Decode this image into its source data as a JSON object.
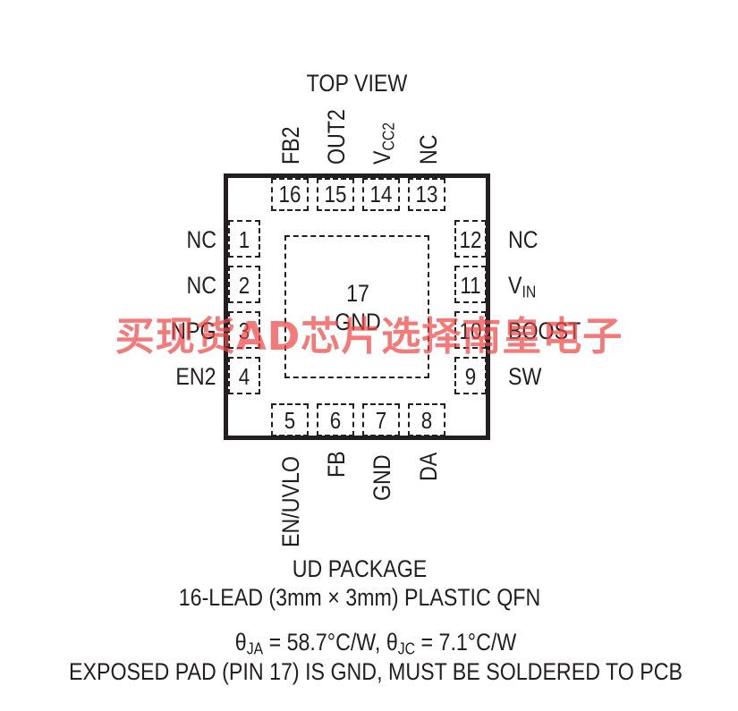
{
  "view_label": "TOP VIEW",
  "top_pins": [
    {
      "num": "16",
      "label": "FB2"
    },
    {
      "num": "15",
      "label": "OUT2"
    },
    {
      "num": "14",
      "label": "V",
      "sub": "CC2"
    },
    {
      "num": "13",
      "label": "NC"
    }
  ],
  "left_pins": [
    {
      "num": "1",
      "label": "NC"
    },
    {
      "num": "2",
      "label": "NC"
    },
    {
      "num": "3",
      "label": "NPG"
    },
    {
      "num": "4",
      "label": "EN2"
    }
  ],
  "right_pins": [
    {
      "num": "12",
      "label": "NC"
    },
    {
      "num": "11",
      "label": "V",
      "sub": "IN"
    },
    {
      "num": "10",
      "label": "BOOST"
    },
    {
      "num": "9",
      "label": "SW"
    }
  ],
  "bottom_pins": [
    {
      "num": "5",
      "label": "EN/UVLO"
    },
    {
      "num": "6",
      "label": "FB"
    },
    {
      "num": "7",
      "label": "GND"
    },
    {
      "num": "8",
      "label": "DA"
    }
  ],
  "exposed_pad": {
    "num": "17",
    "label": "GND"
  },
  "package_name": "UD PACKAGE",
  "package_desc": "16-LEAD (3mm × 3mm) PLASTIC QFN",
  "thermal": {
    "theta": "θ",
    "ja_sub": "JA",
    "ja_val": " = 58.7°C/W, ",
    "jc_sub": "JC",
    "jc_val": " = 7.1°C/W"
  },
  "note": "EXPOSED PAD (PIN 17) IS GND, MUST BE SOLDERED TO PCB",
  "watermark": "买现货AD芯片选择南皇电子"
}
